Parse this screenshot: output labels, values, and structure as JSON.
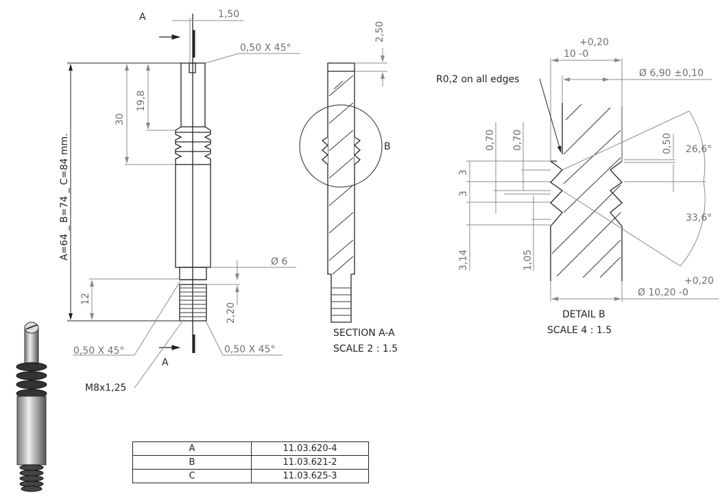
{
  "main_view": {
    "dim_slot": "1,50",
    "section_mark_top": "A",
    "section_mark_bottom": "A",
    "chamfer_top": "0,50 X 45°",
    "chamfer_bottom_left": "0,50 X 45°",
    "chamfer_bottom_right": "0,50 X 45°",
    "dim_19_8": "19,8",
    "dim_30": "30",
    "overall_length": "A=64 _ B=74 _ C=84 mm.",
    "dim_12": "12",
    "dim_2_20": "2,20",
    "dia_6": "Ø 6",
    "thread": "M8x1,25"
  },
  "section_view": {
    "dim_2_50": "2,50",
    "detail_mark": "B",
    "title": "SECTION A-A",
    "scale": "SCALE 2 : 1.5"
  },
  "detail_view": {
    "width_tol_upper": "+0,20",
    "width_value": "10 -0",
    "note": "R0,2 on all edges",
    "dia_inner": "Ø 6,90 ±0,10",
    "dim_0_70_a": "0,70",
    "dim_0_70_b": "0,70",
    "dim_0_50": "0,50",
    "angle_upper": "26,6°",
    "angle_lower": "33,6°",
    "pitch_1": "3",
    "pitch_2": "3",
    "dim_3_14": "3,14",
    "dim_1_05": "1,05",
    "dia_outer_tol_upper": "+0,20",
    "dia_outer": "Ø 10,20 -0",
    "title": "DETAIL B",
    "scale": "SCALE 4 : 1.5"
  },
  "parts_table": {
    "rows": [
      {
        "variant": "A",
        "part_number": "11.03.620-4"
      },
      {
        "variant": "B",
        "part_number": "11.03.621-2"
      },
      {
        "variant": "C",
        "part_number": "11.03.625-3"
      }
    ]
  }
}
